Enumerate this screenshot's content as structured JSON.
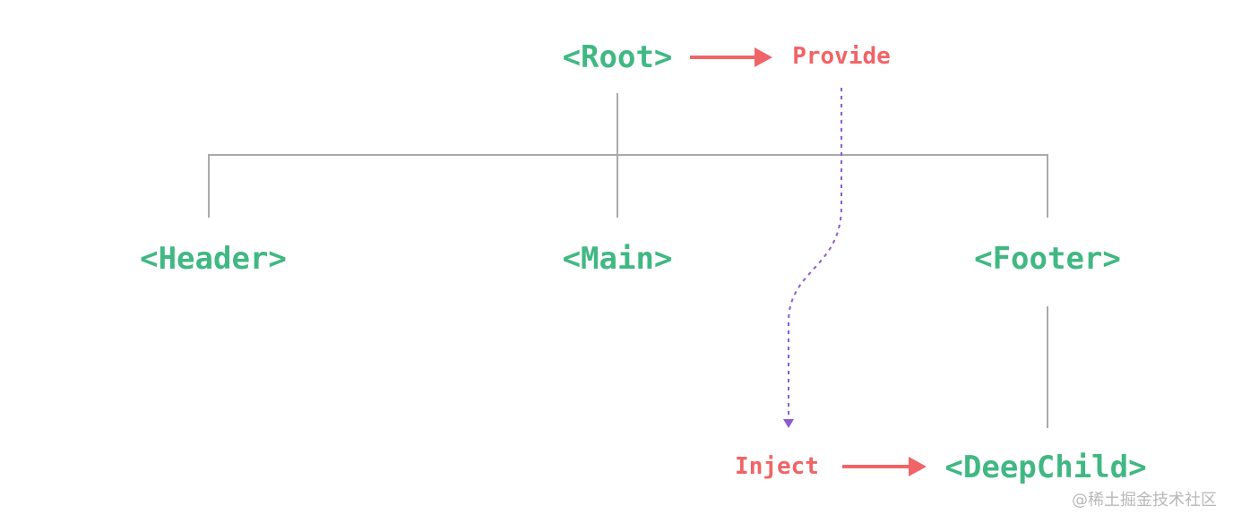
{
  "colors": {
    "component": "#41b883",
    "action": "#f06467",
    "tree_line": "#aaaaaa",
    "inject_path": "#8a5bd0",
    "watermark": "#b8b8b8"
  },
  "nodes": {
    "root": "<Root>",
    "header": "<Header>",
    "main": "<Main>",
    "footer": "<Footer>",
    "deep_child": "<DeepChild>"
  },
  "actions": {
    "provide": "Provide",
    "inject": "Inject"
  },
  "watermark": "@稀土掘金技术社区"
}
